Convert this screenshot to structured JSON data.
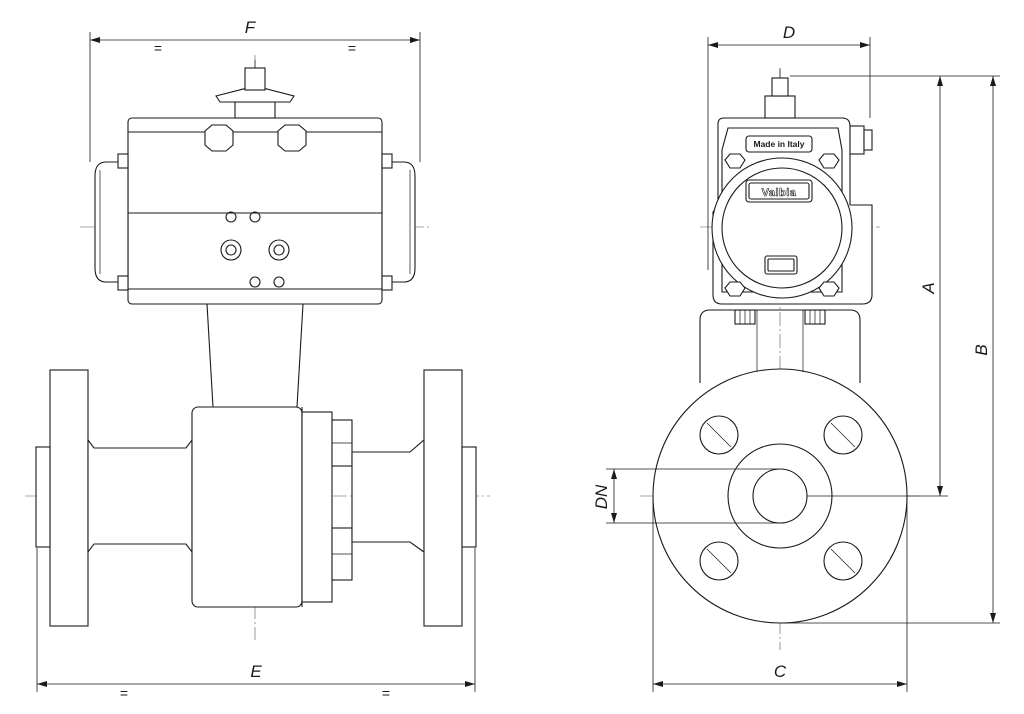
{
  "dimensions": {
    "F": "F",
    "D": "D",
    "A": "A",
    "B": "B",
    "DN": "DN",
    "E": "E",
    "C": "C",
    "equal_mark": "="
  },
  "nameplate": {
    "origin": "Made in Italy",
    "brand": "Valbia"
  }
}
